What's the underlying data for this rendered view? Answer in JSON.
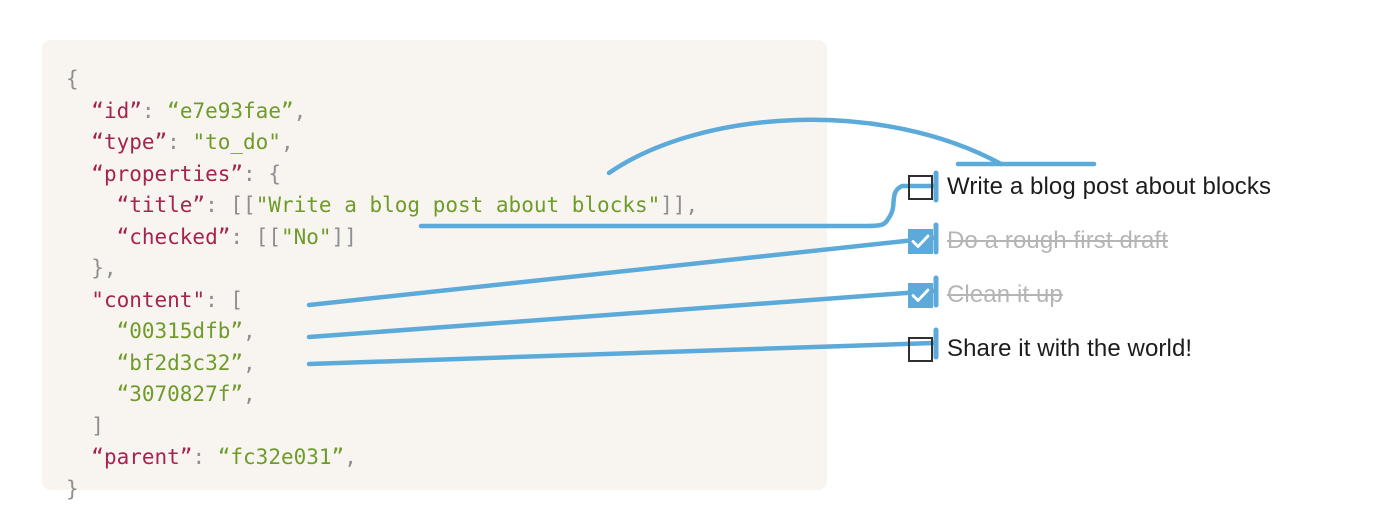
{
  "panel": {
    "background_color": "#F8F5F1",
    "code_colors": {
      "key": "#A52350",
      "string": "#6F9B2A",
      "punctuation": "#8a8a8a"
    },
    "code_lines": [
      [
        {
          "t": "{",
          "c": "punc"
        }
      ],
      [
        {
          "t": "  ",
          "c": "punc"
        },
        {
          "t": "“id”",
          "c": "key"
        },
        {
          "t": ": ",
          "c": "colon"
        },
        {
          "t": "“e7e93fae”",
          "c": "str"
        },
        {
          "t": ",",
          "c": "punc"
        }
      ],
      [
        {
          "t": "  ",
          "c": "punc"
        },
        {
          "t": "“type”",
          "c": "key"
        },
        {
          "t": ": ",
          "c": "colon"
        },
        {
          "t": "\"to_do\"",
          "c": "str"
        },
        {
          "t": ",",
          "c": "punc"
        }
      ],
      [
        {
          "t": "  ",
          "c": "punc"
        },
        {
          "t": "“properties”",
          "c": "key"
        },
        {
          "t": ": ",
          "c": "colon"
        },
        {
          "t": "{",
          "c": "punc"
        }
      ],
      [
        {
          "t": "    ",
          "c": "punc"
        },
        {
          "t": "“title”",
          "c": "key"
        },
        {
          "t": ": ",
          "c": "colon"
        },
        {
          "t": "[[",
          "c": "punc"
        },
        {
          "t": "\"Write a blog post about blocks\"",
          "c": "str"
        },
        {
          "t": "]],",
          "c": "punc"
        }
      ],
      [
        {
          "t": "    ",
          "c": "punc"
        },
        {
          "t": "“checked”",
          "c": "key"
        },
        {
          "t": ": ",
          "c": "colon"
        },
        {
          "t": "[[",
          "c": "punc"
        },
        {
          "t": "\"No\"",
          "c": "str"
        },
        {
          "t": "]]",
          "c": "punc"
        }
      ],
      [
        {
          "t": "  },",
          "c": "punc"
        }
      ],
      [
        {
          "t": "  ",
          "c": "punc"
        },
        {
          "t": "\"content\"",
          "c": "key"
        },
        {
          "t": ": ",
          "c": "colon"
        },
        {
          "t": "[",
          "c": "punc"
        }
      ],
      [
        {
          "t": "    ",
          "c": "punc"
        },
        {
          "t": "“00315dfb”",
          "c": "str"
        },
        {
          "t": ",",
          "c": "punc"
        }
      ],
      [
        {
          "t": "    ",
          "c": "punc"
        },
        {
          "t": "“bf2d3c32”",
          "c": "str"
        },
        {
          "t": ",",
          "c": "punc"
        }
      ],
      [
        {
          "t": "    ",
          "c": "punc"
        },
        {
          "t": "“3070827f”",
          "c": "str"
        },
        {
          "t": ",",
          "c": "punc"
        }
      ],
      [
        {
          "t": "  ]",
          "c": "punc"
        }
      ],
      [
        {
          "t": "  ",
          "c": "punc"
        },
        {
          "t": "“parent”",
          "c": "key"
        },
        {
          "t": ": ",
          "c": "colon"
        },
        {
          "t": "“fc32e031”",
          "c": "str"
        },
        {
          "t": ",",
          "c": "punc"
        }
      ],
      [
        {
          "t": "}",
          "c": "punc"
        }
      ]
    ]
  },
  "block_json": {
    "id": "e7e93fae",
    "type": "to_do",
    "properties": {
      "title": [
        [
          "Write a blog post about blocks"
        ]
      ],
      "checked": [
        [
          "No"
        ]
      ]
    },
    "content": [
      "00315dfb",
      "bf2d3c32",
      "3070827f"
    ],
    "parent": "fc32e031"
  },
  "todo": {
    "accent_color": "#5BAAD9",
    "done_text_color": "#B5B5B5",
    "items": [
      {
        "label": "Write a blog post about blocks",
        "checked": false,
        "checkbox_state": "unchecked"
      },
      {
        "label": "Do a rough first draft",
        "checked": true,
        "checkbox_state": "checked"
      },
      {
        "label": "Clean it up",
        "checked": true,
        "checkbox_state": "checked"
      },
      {
        "label": "Share it with the world!",
        "checked": false,
        "checkbox_state": "unchecked"
      }
    ]
  },
  "connectors": {
    "color": "#5BAAD9",
    "descriptions": [
      "title-value arcs over to the underline beneath the first to-do label",
      "checked-value curves up into the first to-do checkbox",
      "content[0] connects to the second to-do checkbox",
      "content[1] connects to the third to-do checkbox",
      "content[2] connects to the fourth to-do checkbox"
    ]
  }
}
